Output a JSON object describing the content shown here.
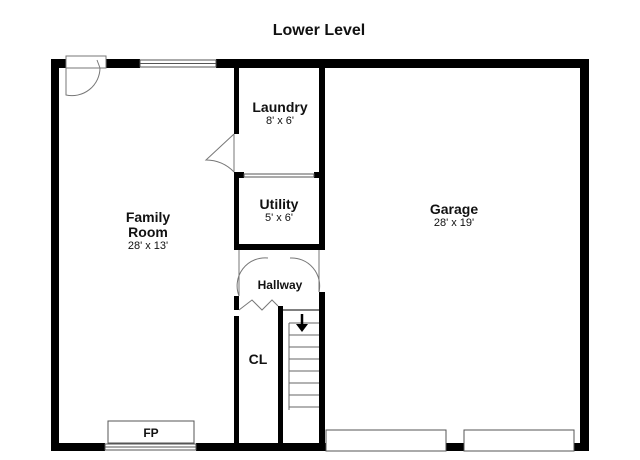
{
  "title": "Lower Level",
  "rooms": {
    "family_room": {
      "name_line1": "Family",
      "name_line2": "Room",
      "dimensions": "28' x 13'"
    },
    "laundry": {
      "name": "Laundry",
      "dimensions": "8' x 6'"
    },
    "utility": {
      "name": "Utility",
      "dimensions": "5' x 6'"
    },
    "garage": {
      "name": "Garage",
      "dimensions": "28' x 19'"
    },
    "hallway": {
      "name": "Hallway"
    },
    "closet": {
      "name": "CL"
    },
    "fireplace": {
      "name": "FP"
    }
  },
  "stairs": {
    "direction": "down"
  }
}
